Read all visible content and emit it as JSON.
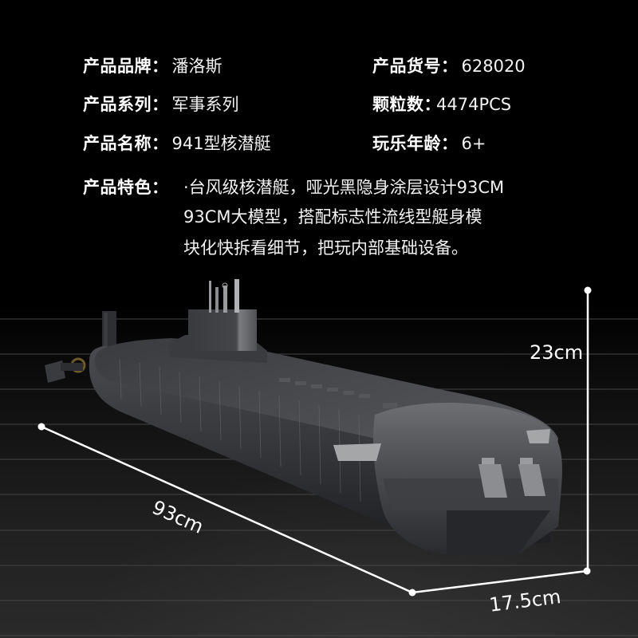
{
  "specs": {
    "left": [
      {
        "label": "产品品牌：",
        "value": "潘洛斯"
      },
      {
        "label": "产品系列：",
        "value": "军事系列"
      },
      {
        "label": "产品名称：",
        "value": "941型核潜艇"
      }
    ],
    "right": [
      {
        "label": "产品货号：",
        "value": "628020"
      },
      {
        "label": "颗粒数：",
        "value": "4474PCS"
      },
      {
        "label": "玩乐年龄：",
        "value": "6+"
      }
    ],
    "features": {
      "label": "产品特色：",
      "lines": [
        "·台风级核潜艇，哑光黑隐身涂层设计93CM",
        "93CM大模型，搭配标志性流线型艇身模",
        "块化快拆看细节，把玩内部基础设备。"
      ]
    }
  },
  "dimensions": {
    "length": "93cm",
    "width": "17.5cm",
    "height": "23cm"
  },
  "colors": {
    "background_top": "#000000",
    "background_bottom": "#2a2a2a",
    "grid_line": "#3a3a3a",
    "hull": "#3c3d40",
    "hull_highlight": "#8a8b8e",
    "dimension_line": "#ffffff"
  }
}
